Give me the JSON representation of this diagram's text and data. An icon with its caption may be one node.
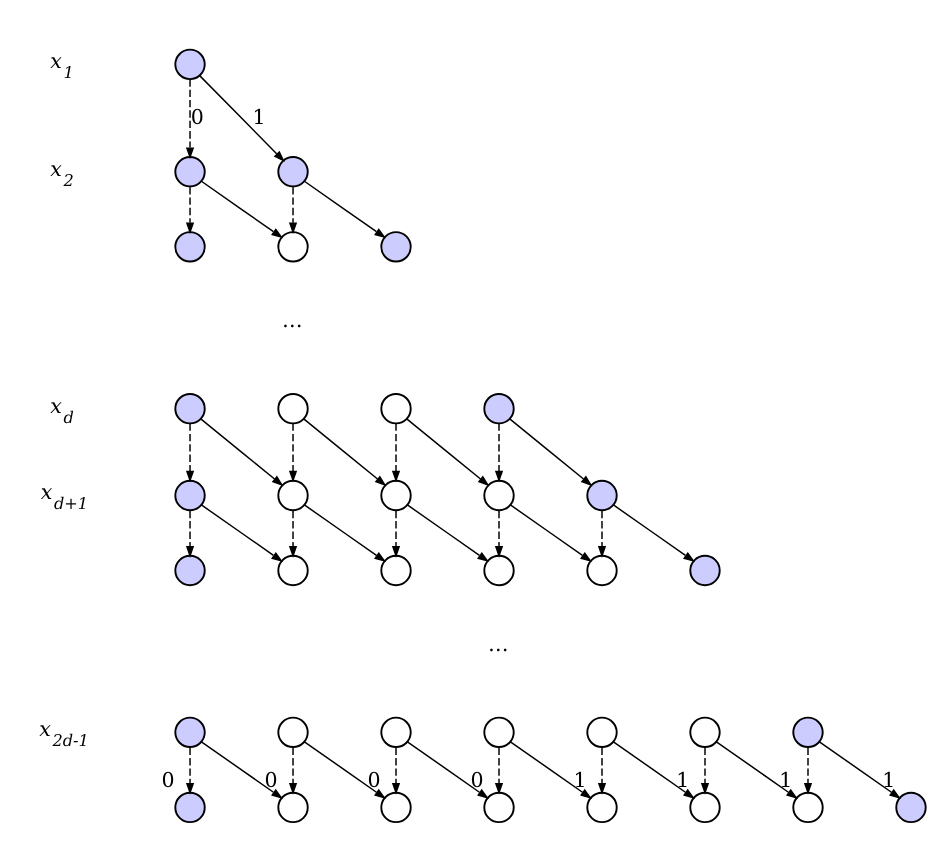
{
  "diagram": {
    "nodes": [
      {
        "text": [],
        "shape": "circle"
      },
      {
        "text": [],
        "shape": "circle"
      },
      {
        "text": [],
        "shape": "circle"
      },
      {
        "text": [],
        "shape": "circle"
      },
      {
        "text": [],
        "shape": "circle"
      },
      {
        "text": [],
        "shape": "circle"
      },
      {
        "text": [],
        "shape": "circle"
      },
      {
        "text": [],
        "shape": "circle"
      },
      {
        "text": [],
        "shape": "circle"
      },
      {
        "text": [],
        "shape": "circle"
      },
      {
        "text": [],
        "shape": "circle"
      },
      {
        "text": [],
        "shape": "circle"
      },
      {
        "text": [],
        "shape": "circle"
      },
      {
        "text": [],
        "shape": "circle"
      },
      {
        "text": [],
        "shape": "circle"
      },
      {
        "text": [],
        "shape": "circle"
      },
      {
        "text": [],
        "shape": "circle"
      },
      {
        "text": [],
        "shape": "circle"
      },
      {
        "text": [],
        "shape": "circle"
      },
      {
        "text": [],
        "shape": "circle"
      },
      {
        "text": [],
        "shape": "circle"
      },
      {
        "text": [],
        "shape": "circle"
      },
      {
        "text": [],
        "shape": "circle"
      },
      {
        "text": [],
        "shape": "circle"
      },
      {
        "text": [],
        "shape": "circle"
      },
      {
        "text": [],
        "shape": "circle"
      },
      {
        "text": [],
        "shape": "circle"
      },
      {
        "text": [],
        "shape": "circle"
      },
      {
        "text": [],
        "shape": "circle",
        "beside": [
          "0"
        ]
      },
      {
        "text": [],
        "shape": "circle",
        "beside": [
          "0"
        ]
      },
      {
        "text": [],
        "shape": "circle",
        "beside": [
          "0"
        ]
      },
      {
        "text": [],
        "shape": "circle",
        "beside": [
          "0"
        ]
      },
      {
        "text": [],
        "shape": "circle",
        "beside": [
          "1"
        ]
      },
      {
        "text": [],
        "shape": "circle",
        "beside": [
          "1"
        ]
      },
      {
        "text": [],
        "shape": "circle",
        "beside": [
          "1"
        ]
      },
      {
        "text": [],
        "shape": "circle",
        "beside": [
          "1"
        ]
      }
    ],
    "edges": [
      {
        "from": 0,
        "to": 1,
        "arrow": "to",
        "style": "dashed",
        "label": "0"
      },
      {
        "from": 0,
        "to": 2,
        "arrow": "to",
        "label": "1"
      },
      {
        "from": 1,
        "to": 3,
        "arrow": "to",
        "style": "dashed"
      },
      {
        "from": 1,
        "to": 4,
        "arrow": "to"
      },
      {
        "from": 2,
        "to": 4,
        "arrow": "to",
        "style": "dashed"
      },
      {
        "from": 2,
        "to": 5,
        "arrow": "to"
      },
      {
        "from": 6,
        "to": 10,
        "arrow": "to",
        "style": "dashed"
      },
      {
        "from": 6,
        "to": 11,
        "arrow": "to"
      },
      {
        "from": 7,
        "to": 11,
        "arrow": "to",
        "style": "dashed"
      },
      {
        "from": 7,
        "to": 12,
        "arrow": "to"
      },
      {
        "from": 8,
        "to": 12,
        "arrow": "to",
        "style": "dashed"
      },
      {
        "from": 8,
        "to": 13,
        "arrow": "to"
      },
      {
        "from": 9,
        "to": 13,
        "arrow": "to",
        "style": "dashed"
      },
      {
        "from": 9,
        "to": 14,
        "arrow": "to"
      },
      {
        "from": 10,
        "to": 15,
        "arrow": "to",
        "style": "dashed"
      },
      {
        "from": 10,
        "to": 16,
        "arrow": "to"
      },
      {
        "from": 11,
        "to": 16,
        "arrow": "to",
        "style": "dashed"
      },
      {
        "from": 11,
        "to": 17,
        "arrow": "to"
      },
      {
        "from": 12,
        "to": 17,
        "arrow": "to",
        "style": "dashed"
      },
      {
        "from": 12,
        "to": 18,
        "arrow": "to"
      },
      {
        "from": 13,
        "to": 18,
        "arrow": "to",
        "style": "dashed"
      },
      {
        "from": 13,
        "to": 19,
        "arrow": "to"
      },
      {
        "from": 14,
        "to": 19,
        "arrow": "to",
        "style": "dashed"
      },
      {
        "from": 14,
        "to": 20,
        "arrow": "to"
      },
      {
        "from": 21,
        "to": 28,
        "arrow": "to",
        "style": "dashed"
      },
      {
        "from": 21,
        "to": 29,
        "arrow": "to"
      },
      {
        "from": 22,
        "to": 29,
        "arrow": "to",
        "style": "dashed"
      },
      {
        "from": 22,
        "to": 30,
        "arrow": "to"
      },
      {
        "from": 23,
        "to": 30,
        "arrow": "to",
        "style": "dashed"
      },
      {
        "from": 23,
        "to": 31,
        "arrow": "to"
      },
      {
        "from": 24,
        "to": 31,
        "arrow": "to",
        "style": "dashed"
      },
      {
        "from": 24,
        "to": 32,
        "arrow": "to"
      },
      {
        "from": 25,
        "to": 32,
        "arrow": "to",
        "style": "dashed"
      },
      {
        "from": 25,
        "to": 33,
        "arrow": "to"
      },
      {
        "from": 26,
        "to": 33,
        "arrow": "to",
        "style": "dashed"
      },
      {
        "from": 26,
        "to": 34,
        "arrow": "to"
      },
      {
        "from": 27,
        "to": 34,
        "arrow": "to",
        "style": "dashed"
      },
      {
        "from": 27,
        "to": 35,
        "arrow": "to"
      }
    ],
    "labels": [
      "x$_{1}$",
      "x$_{2}$",
      "…",
      "x$_{d}$",
      "x$_{d+1}$",
      "…",
      "x$_{2d-1}$"
    ]
  }
}
